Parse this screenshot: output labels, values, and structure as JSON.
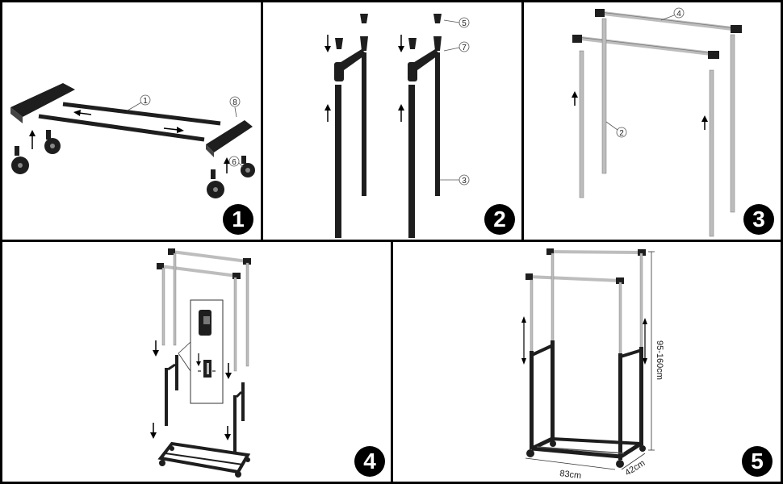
{
  "steps": [
    {
      "number": "1",
      "callouts": [
        "1",
        "8",
        "6"
      ]
    },
    {
      "number": "2",
      "callouts": [
        "5",
        "7",
        "3"
      ]
    },
    {
      "number": "3",
      "callouts": [
        "4",
        "2"
      ]
    },
    {
      "number": "4",
      "callouts": []
    },
    {
      "number": "5",
      "callouts": []
    }
  ],
  "dimensions": {
    "height_range": "95-160cm",
    "width": "83cm",
    "depth": "42cm"
  },
  "colors": {
    "frame": "#000000",
    "part_dark": "#1e1e1e",
    "pole_silver": "#bdbdbd"
  }
}
